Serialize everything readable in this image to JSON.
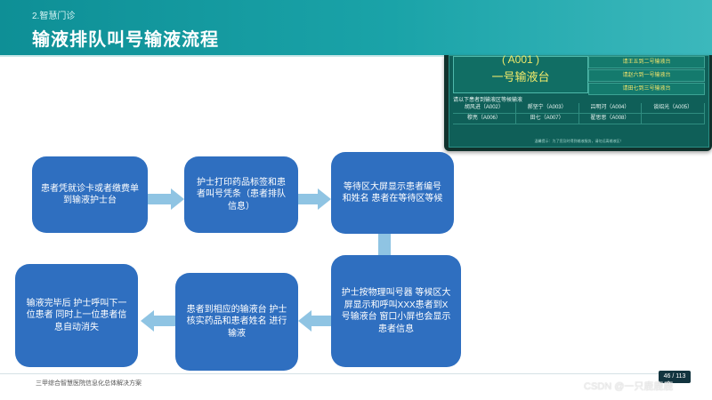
{
  "header": {
    "section": "2.智慧门诊",
    "title": "输液排队叫号输液流程"
  },
  "screen": {
    "queue_code": "( A001 )",
    "queue_name": "一号输液台",
    "calls": [
      "请王五到二号输液台",
      "请赵六到一号输液台",
      "请田七到三号输液台"
    ],
    "wait_title": "请以下患者到输液区等候输液",
    "wait_rows": [
      [
        "胡风进（A002）",
        "郝坚宁（A003）",
        "吕明河（A004）",
        "谈绍光（A005）"
      ],
      [
        "穆亮（A006）",
        "田七（A007）",
        "翟思思（A008）",
        ""
      ]
    ],
    "footer": "温馨提示：为了您及时得到输液服务，请勿远离输液区！"
  },
  "flow": {
    "step1": "患者凭就诊卡或者缴费单到输液护士台",
    "step2": "护士打印药品标签和患者叫号凭条（患者排队信息）",
    "step3": "等待区大屏显示患者编号和姓名   患者在等待区等候",
    "step4": "护士按物理叫号器 等候区大屏显示和呼叫XXX患者到X号输液台   窗口小屏也会显示患者信息",
    "step5": "患者到相应的输液台  护士核实药品和患者姓名 进行输液",
    "step6": "输液完毕后  护士呼叫下一位患者 同时上一位患者信息自动消失"
  },
  "footer": {
    "text": "三甲综合智慧医院信息化总体解决方案",
    "page": "46 / 113"
  },
  "watermark": "CSDN @一只鹿鹿鹿",
  "colors": {
    "header": "#1aa3a8",
    "box": "#2f6fc0",
    "arrow": "#8fc4e3"
  }
}
